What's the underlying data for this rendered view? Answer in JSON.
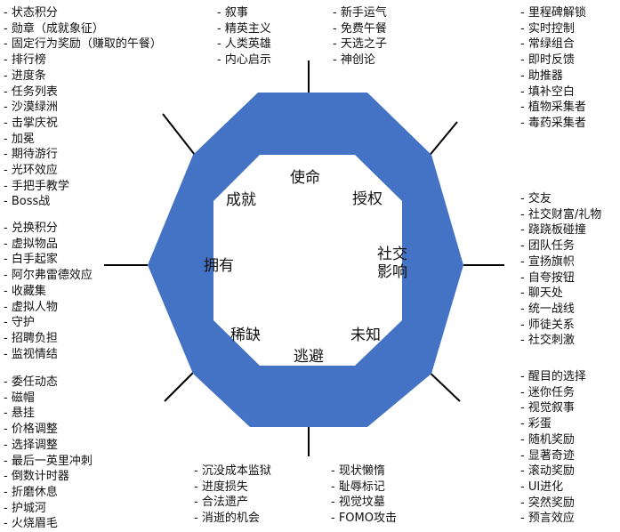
{
  "colors": {
    "ring": "#4472c4",
    "spoke": "#000000",
    "inner": "#ffffff"
  },
  "core_labels": {
    "top": "使命",
    "top_right": "授权",
    "right": "社交\n影响",
    "bottom_right": "未知",
    "bottom": "逃避",
    "bottom_left": "稀缺",
    "left": "拥有",
    "top_left": "成就"
  },
  "lists": {
    "top_left": [
      "状态积分",
      "勋章（成就象征）",
      "固定行为奖励（赚取的午餐）",
      "排行榜",
      "进度条",
      "任务列表",
      "沙漠绿洲",
      "击掌庆祝",
      "加冕",
      "期待游行",
      "光环效应",
      "手把手教学",
      "Boss战"
    ],
    "top_center_left": [
      "叙事",
      "精英主义",
      "人类英雄",
      "内心启示"
    ],
    "top_center_right": [
      "新手运气",
      "免费午餐",
      "天选之子",
      "神创论"
    ],
    "top_right": [
      "里程碑解锁",
      "实时控制",
      "常绿组合",
      "即时反馈",
      "助推器",
      "填补空白",
      "植物采集者",
      "毒药采集者"
    ],
    "middle_left": [
      "兑换积分",
      "虚拟物品",
      "白手起家",
      "阿尔弗雷德效应",
      "收藏集",
      "虚拟人物",
      "守护",
      "招聘负担",
      "监视情结"
    ],
    "middle_right": [
      "交友",
      "社交财富/礼物",
      "跷跷板碰撞",
      "团队任务",
      "宣扬旗帜",
      "自夸按钮",
      "聊天处",
      "统一战线",
      "师徒关系",
      "社交刺激"
    ],
    "bottom_left": [
      "委任动态",
      "磁帽",
      "悬挂",
      "价格调整",
      "选择调整",
      "最后一英里冲刺",
      "倒数计时器",
      "折磨休息",
      "护城河",
      "火烧眉毛"
    ],
    "bottom_center_left": [
      "沉没成本监狱",
      "进度损失",
      "合法遗产",
      "消逝的机会"
    ],
    "bottom_center_right": [
      "现状懒惰",
      "耻辱标记",
      "视觉坟墓",
      "FOMO攻击"
    ],
    "bottom_right": [
      "醒目的选择",
      "迷你任务",
      "视觉叙事",
      "彩蛋",
      "随机奖励",
      "显著奇迹",
      "滚动奖励",
      "UI进化",
      "突然奖励",
      "预言效应"
    ]
  }
}
